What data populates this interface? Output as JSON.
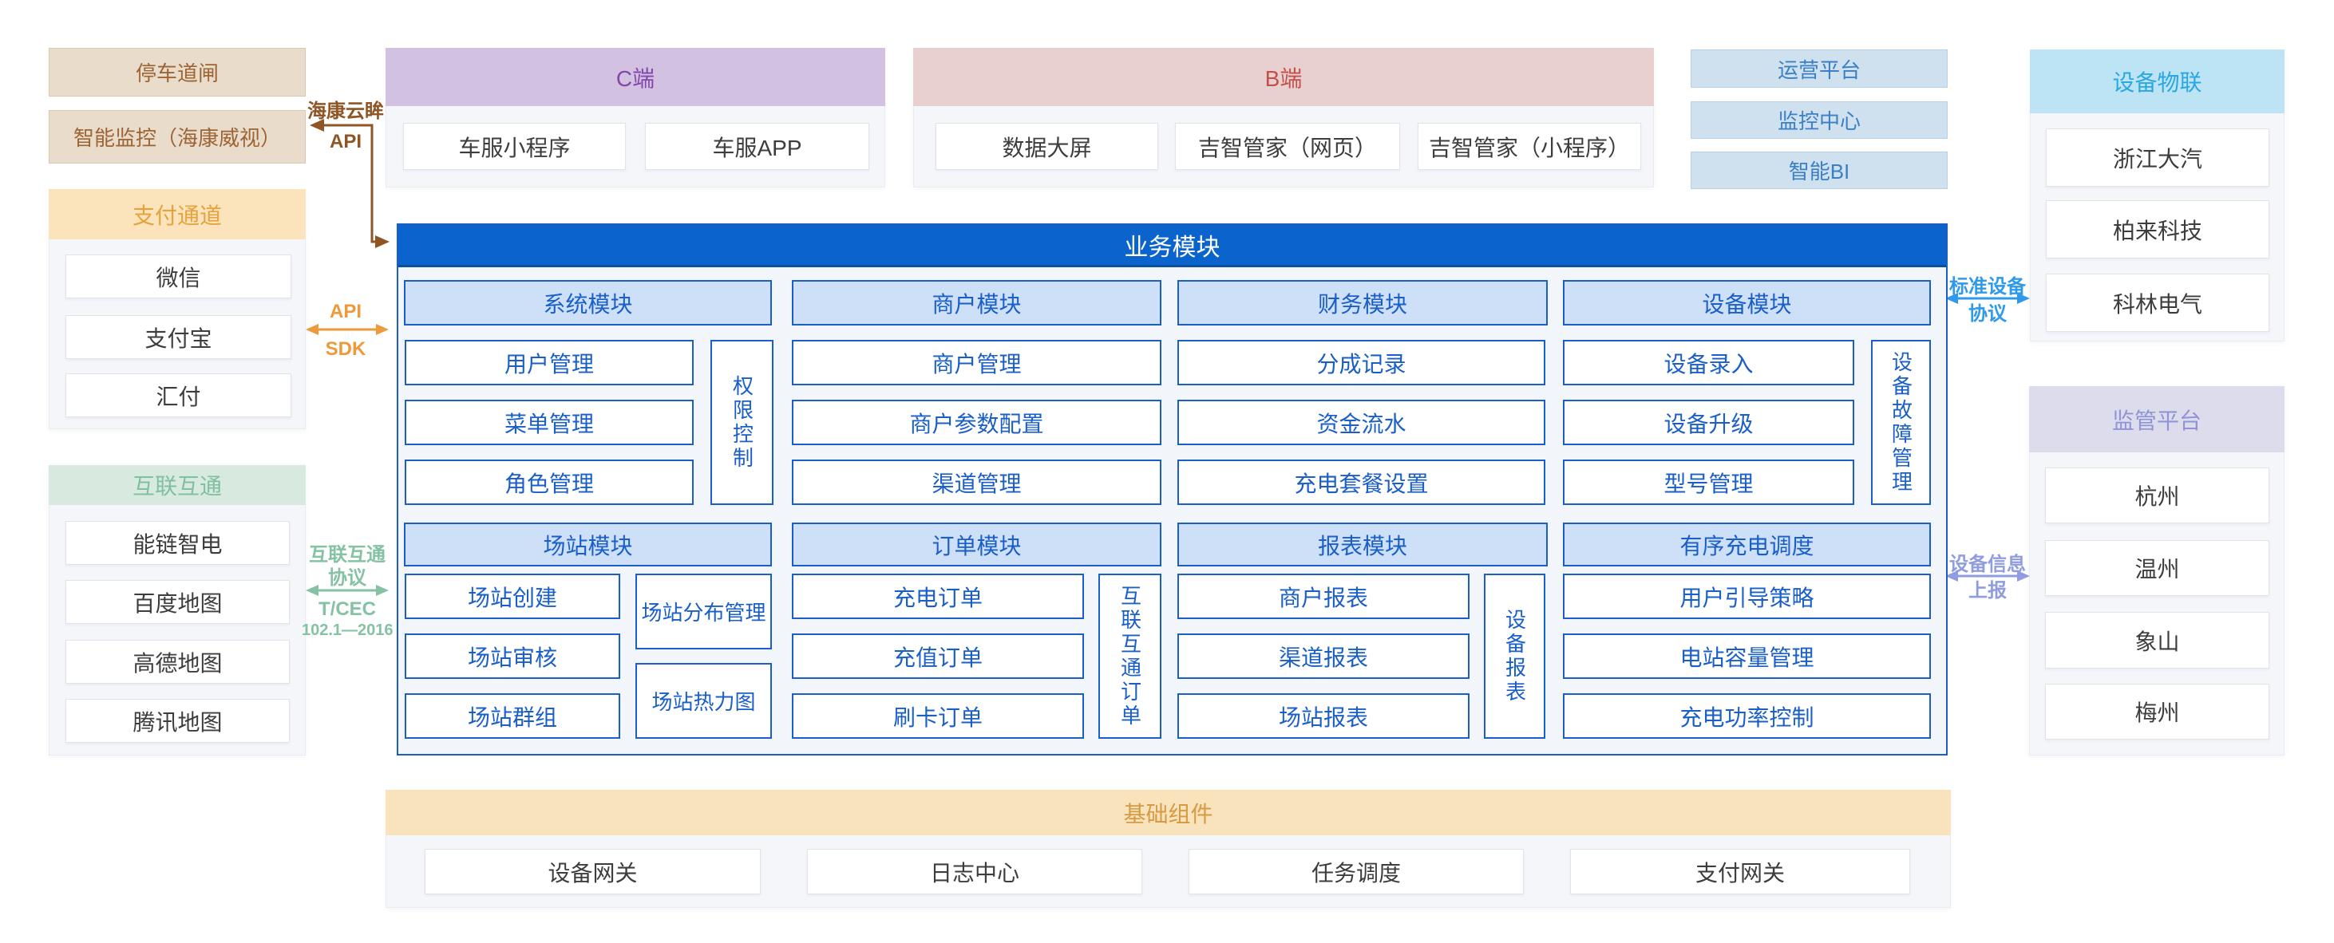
{
  "left": {
    "parking": "停车道闸",
    "monitor": "智能监控（海康威视）",
    "payment": {
      "title": "支付通道",
      "items": [
        "微信",
        "支付宝",
        "汇付"
      ]
    },
    "interconnect": {
      "title": "互联互通",
      "items": [
        "能链智电",
        "百度地图",
        "高德地图",
        "腾讯地图"
      ]
    }
  },
  "top": {
    "c_end": {
      "title": "C端",
      "items": [
        "车服小程序",
        "车服APP"
      ]
    },
    "b_end": {
      "title": "B端",
      "items": [
        "数据大屏",
        "吉智管家（网页）",
        "吉智管家（小程序）"
      ]
    },
    "platforms": [
      "运营平台",
      "监控中心",
      "智能BI"
    ]
  },
  "right": {
    "device_iot": {
      "title": "设备物联",
      "items": [
        "浙江大汽",
        "柏来科技",
        "科林电气"
      ]
    },
    "regulatory": {
      "title": "监管平台",
      "items": [
        "杭州",
        "温州",
        "象山",
        "梅州"
      ]
    }
  },
  "main": {
    "title": "业务模块",
    "system": {
      "title": "系统模块",
      "items": [
        "用户管理",
        "菜单管理",
        "角色管理"
      ],
      "side": "权限控制"
    },
    "merchant": {
      "title": "商户模块",
      "items": [
        "商户管理",
        "商户参数配置",
        "渠道管理"
      ]
    },
    "finance": {
      "title": "财务模块",
      "items": [
        "分成记录",
        "资金流水",
        "充电套餐设置"
      ]
    },
    "device": {
      "title": "设备模块",
      "items": [
        "设备录入",
        "设备升级",
        "型号管理"
      ],
      "side": "设备故障管理"
    },
    "station": {
      "title": "场站模块",
      "items": [
        "场站创建",
        "场站审核",
        "场站群组"
      ],
      "tall": [
        "场站分布管理",
        "场站热力图"
      ]
    },
    "order": {
      "title": "订单模块",
      "items": [
        "充电订单",
        "充值订单",
        "刷卡订单"
      ],
      "side": "互联互通订单"
    },
    "report": {
      "title": "报表模块",
      "items": [
        "商户报表",
        "渠道报表",
        "场站报表"
      ],
      "side": "设备报表"
    },
    "schedule": {
      "title": "有序充电调度",
      "items": [
        "用户引导策略",
        "电站容量管理",
        "充电功率控制"
      ]
    }
  },
  "bottom": {
    "title": "基础组件",
    "items": [
      "设备网关",
      "日志中心",
      "任务调度",
      "支付网关"
    ]
  },
  "annotations": {
    "hikvision": {
      "line1": "海康云眸",
      "line2": "API"
    },
    "api_sdk": {
      "line1": "API",
      "line2": "SDK"
    },
    "interconnect_protocol": {
      "line1": "互联互通",
      "line2": "协议",
      "line3": "T/CEC",
      "line4": "102.1—2016"
    },
    "std_device_protocol": {
      "line1": "标准设备",
      "line2": "协议"
    },
    "device_info_report": {
      "line1": "设备信息",
      "line2": "上报"
    }
  },
  "colors": {
    "main_blue": "#0b63cc",
    "module_blue": "#1a5fc8",
    "module_header_bg": "#cde0f8",
    "tan_bg": "#e9dcca",
    "tan_text": "#9d6535",
    "orange_header_bg": "#fbe4bc",
    "orange_text": "#e8a23d",
    "green_header_bg": "#d8e9df",
    "green_text": "#7fc09e",
    "purple_header_bg": "#d2c1e0",
    "purple_text": "#8348ab",
    "pink_header_bg": "#e8d0d0",
    "pink_text": "#c4504b",
    "cyan_header_bg": "#bde4f4",
    "cyan_text": "#2aa7e2",
    "lavender_header_bg": "#dcdcec",
    "lavender_text": "#9193d8",
    "steel_box_bg": "#cfe0ee",
    "steel_text": "#3b80c4",
    "bottom_header_bg": "#f9e3bd",
    "bottom_text": "#d89a40",
    "annotation_brown": "#8f5524",
    "annotation_orange": "#ee9a3a",
    "annotation_green": "#85c2a4",
    "annotation_blue": "#2f99ea",
    "annotation_lavender": "#8f9de0"
  }
}
